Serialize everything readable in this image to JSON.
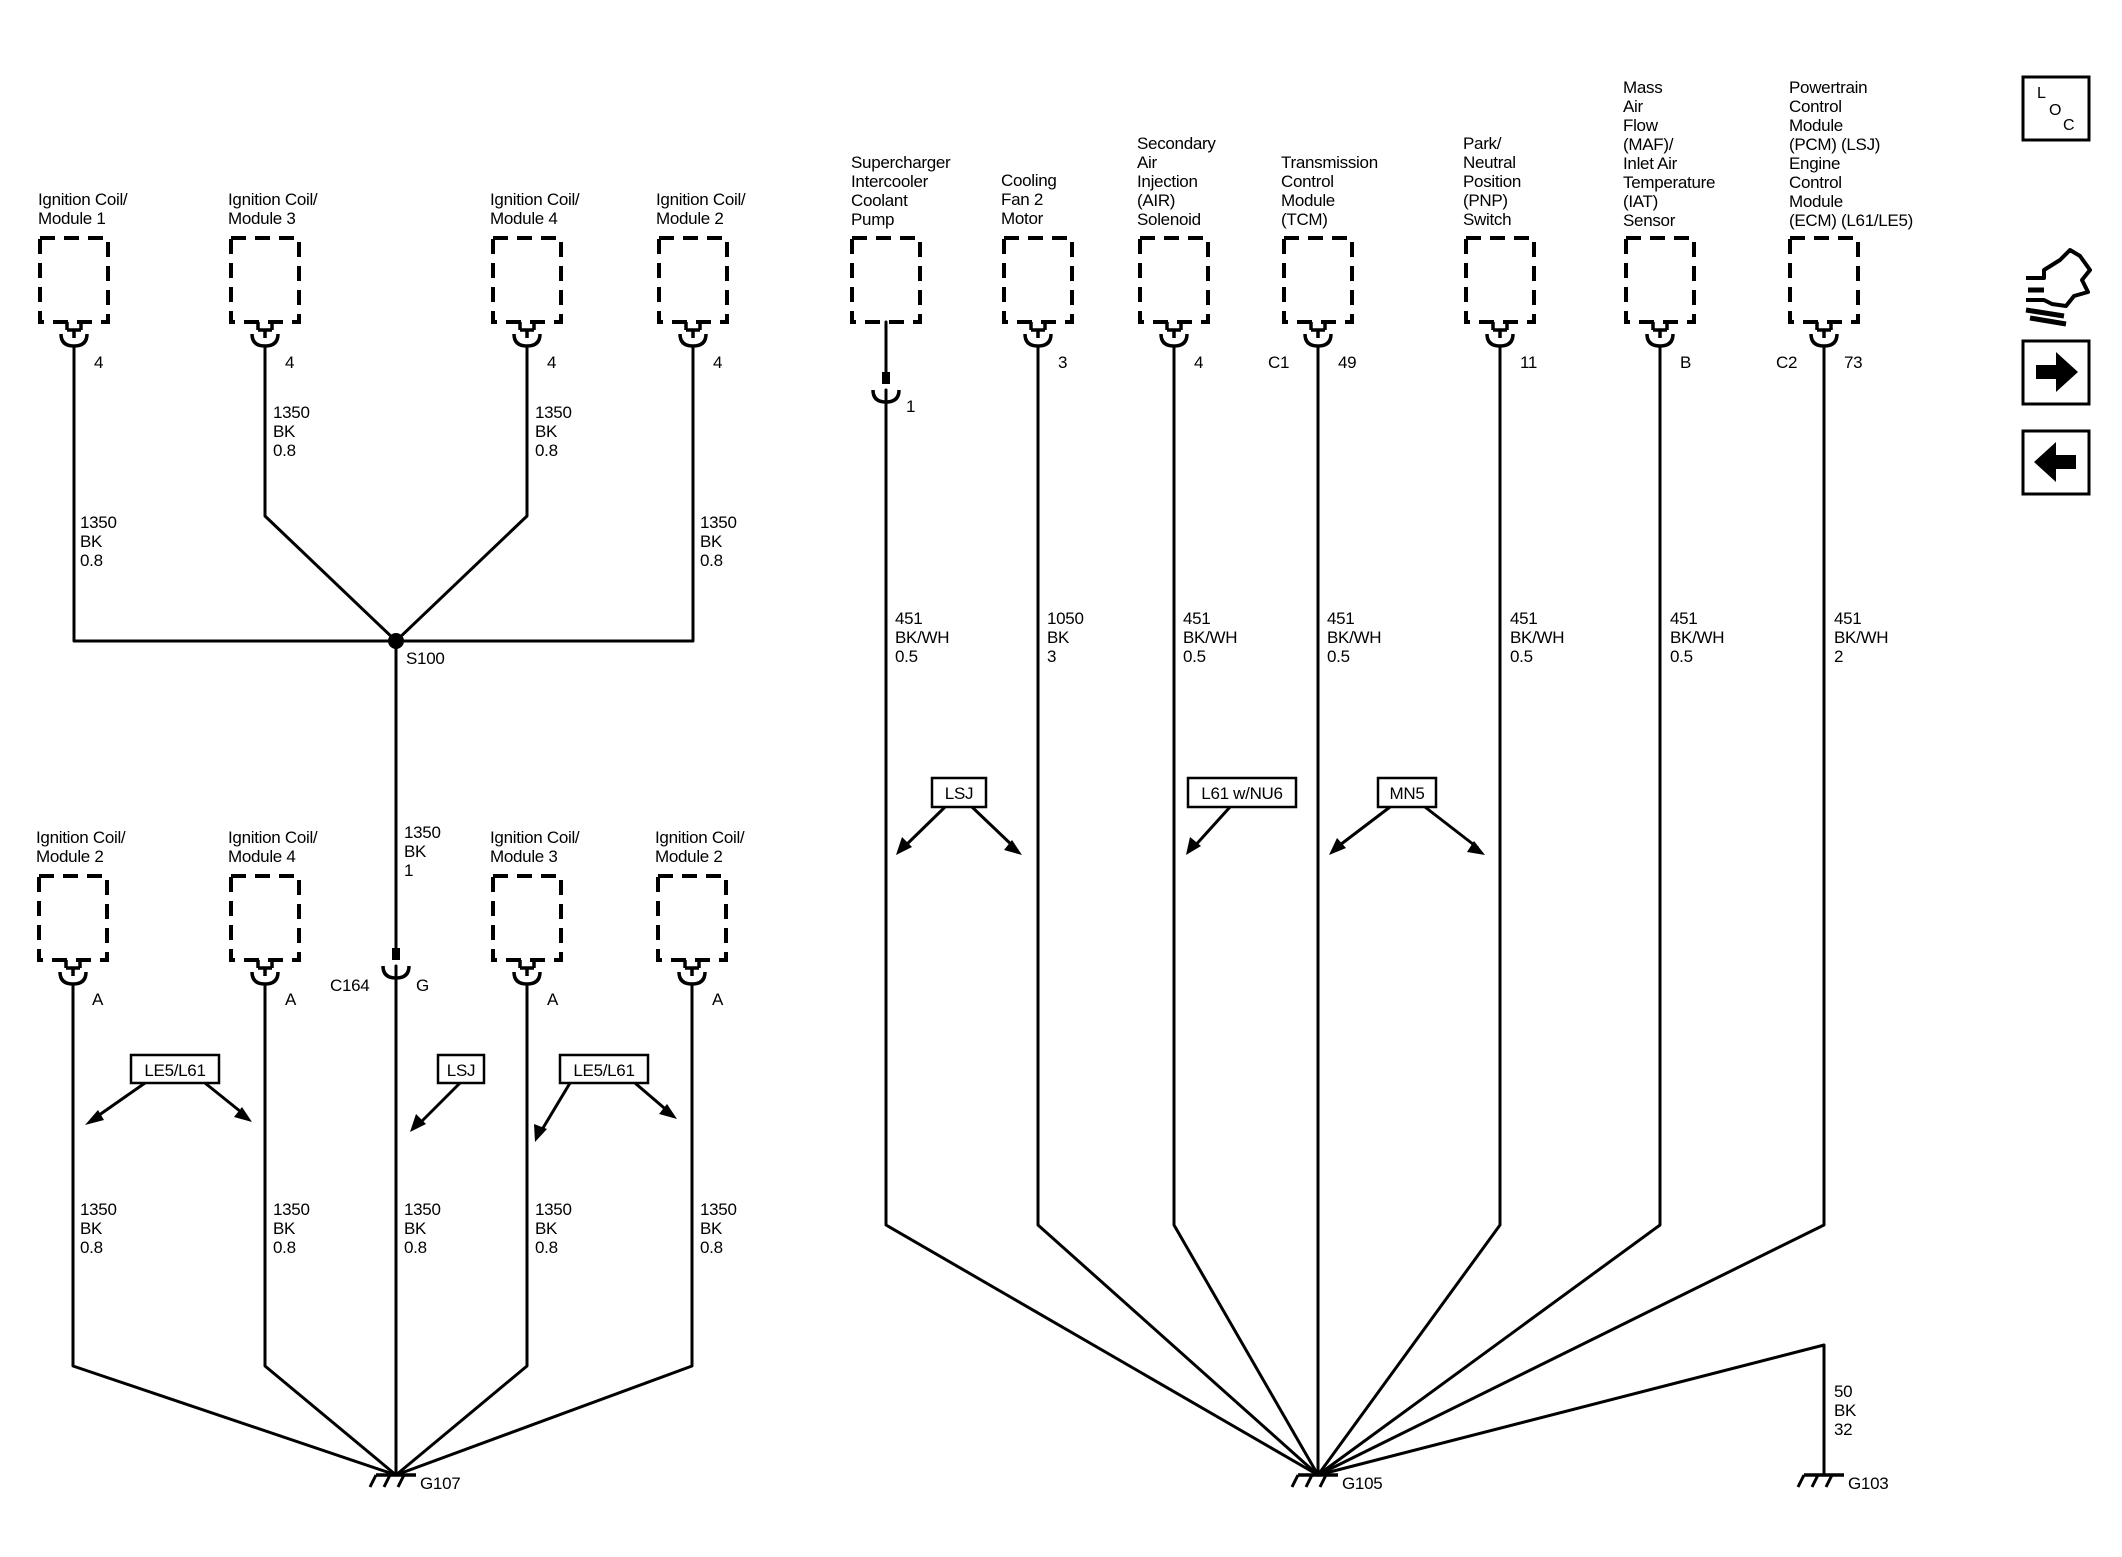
{
  "components_top_left": [
    {
      "name": [
        "Ignition Coil/",
        "Module 1"
      ],
      "pin": "4",
      "wire": [
        "1350",
        "BK",
        "0.8"
      ]
    },
    {
      "name": [
        "Ignition Coil/",
        "Module 3"
      ],
      "pin": "4",
      "wire": [
        "1350",
        "BK",
        "0.8"
      ]
    },
    {
      "name": [
        "Ignition Coil/",
        "Module 4"
      ],
      "pin": "4",
      "wire": [
        "1350",
        "BK",
        "0.8"
      ]
    },
    {
      "name": [
        "Ignition Coil/",
        "Module 2"
      ],
      "pin": "4",
      "wire": [
        "1350",
        "BK",
        "0.8"
      ]
    }
  ],
  "splice_top": "S100",
  "trunk_wire": [
    "1350",
    "BK",
    "1"
  ],
  "connector_c164": {
    "name": "C164",
    "pin": "G"
  },
  "components_bottom_left": [
    {
      "name": [
        "Ignition Coil/",
        "Module 2"
      ],
      "pin": "A",
      "wire": [
        "1350",
        "BK",
        "0.8"
      ]
    },
    {
      "name": [
        "Ignition Coil/",
        "Module 4"
      ],
      "pin": "A",
      "wire": [
        "1350",
        "BK",
        "0.8"
      ]
    },
    {
      "name": [
        "Ignition Coil/",
        "Module 3"
      ],
      "pin": "A",
      "wire": [
        "1350",
        "BK",
        "0.8"
      ]
    },
    {
      "name": [
        "Ignition Coil/",
        "Module 2"
      ],
      "pin": "A",
      "wire": [
        "1350",
        "BK",
        "0.8"
      ]
    }
  ],
  "c164_wire": [
    "1350",
    "BK",
    "0.8"
  ],
  "option_tags_left": [
    "LE5/L61",
    "LSJ",
    "LE5/L61"
  ],
  "ground_left": "G107",
  "components_right": [
    {
      "name": [
        "Supercharger",
        "Intercooler",
        "Coolant",
        "Pump"
      ],
      "pin": "1",
      "wire": [
        "451",
        "BK/WH",
        "0.5"
      ]
    },
    {
      "name": [
        "Cooling",
        "Fan 2",
        "Motor"
      ],
      "pin": "3",
      "wire": [
        "1050",
        "BK",
        "3"
      ]
    },
    {
      "name": [
        "Secondary",
        "Air",
        "Injection",
        "(AIR)",
        "Solenoid"
      ],
      "pin": "4",
      "wire": [
        "451",
        "BK/WH",
        "0.5"
      ]
    },
    {
      "name": [
        "Transmission",
        "Control",
        "Module",
        "(TCM)"
      ],
      "connector": "C1",
      "pin": "49",
      "wire": [
        "451",
        "BK/WH",
        "0.5"
      ]
    },
    {
      "name": [
        "Park/",
        "Neutral",
        "Position",
        "(PNP)",
        "Switch"
      ],
      "pin": "11",
      "wire": [
        "451",
        "BK/WH",
        "0.5"
      ]
    },
    {
      "name": [
        "Mass",
        "Air",
        "Flow",
        "(MAF)/",
        "Inlet Air",
        "Temperature",
        "(IAT)",
        "Sensor"
      ],
      "pin": "B",
      "wire": [
        "451",
        "BK/WH",
        "0.5"
      ]
    },
    {
      "name": [
        "Powertrain",
        "Control",
        "Module",
        "(PCM) (LSJ)",
        "Engine",
        "Control",
        "Module",
        "(ECM) (L61/LE5)"
      ],
      "connector": "C2",
      "pin": "73",
      "wire": [
        "451",
        "BK/WH",
        "2"
      ]
    }
  ],
  "option_tags_right": [
    "LSJ",
    "L61 w/NU6",
    "MN5"
  ],
  "ground_right": "G105",
  "g103_wire": [
    "50",
    "BK",
    "32"
  ],
  "ground_far_right": "G103",
  "nav": {
    "loc_letters": [
      "L",
      "O",
      "C"
    ],
    "icons": [
      "harness-connector-icon",
      "next-arrow-icon",
      "previous-arrow-icon"
    ]
  }
}
